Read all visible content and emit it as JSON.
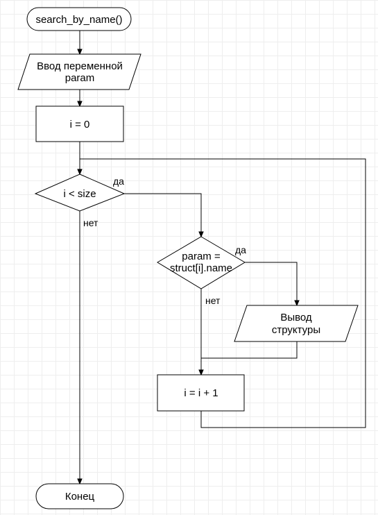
{
  "diagram": {
    "nodes": {
      "start": {
        "label": "search_by_name()"
      },
      "input": {
        "line1": "Ввод переменной",
        "line2": "param"
      },
      "init": {
        "label": "i = 0"
      },
      "cond1": {
        "label": "i < size"
      },
      "cond2": {
        "line1": "param =",
        "line2": "struct[i].name"
      },
      "output": {
        "line1": "Вывод",
        "line2": "структуры"
      },
      "increment": {
        "label": "i = i + 1"
      },
      "end": {
        "label": "Конец"
      }
    },
    "edge_labels": {
      "cond1_yes": "да",
      "cond1_no": "нет",
      "cond2_yes": "да",
      "cond2_no": "нет"
    }
  }
}
